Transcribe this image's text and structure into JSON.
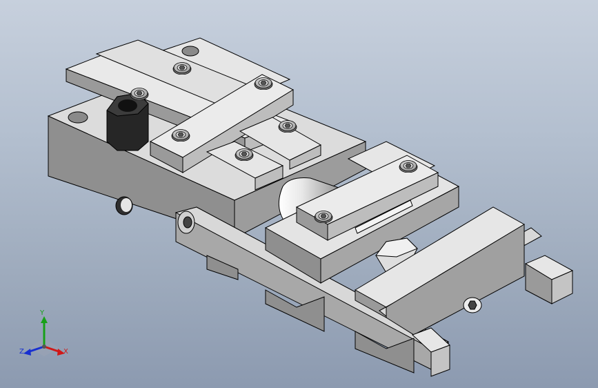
{
  "scene": {
    "description_colors": {
      "background_top": "#c7d0dd",
      "background_bottom": "#8c9ab0",
      "part_top": "#e4e4e4",
      "part_front": "#8f8f8f",
      "part_side": "#b8b8b8",
      "edge": "#000000",
      "nut": "#2a2a2a"
    }
  },
  "triad": {
    "x_label": "X",
    "y_label": "Y",
    "z_label": "Z",
    "x_color": "#d01818",
    "y_color": "#18a018",
    "z_color": "#1830d0"
  }
}
